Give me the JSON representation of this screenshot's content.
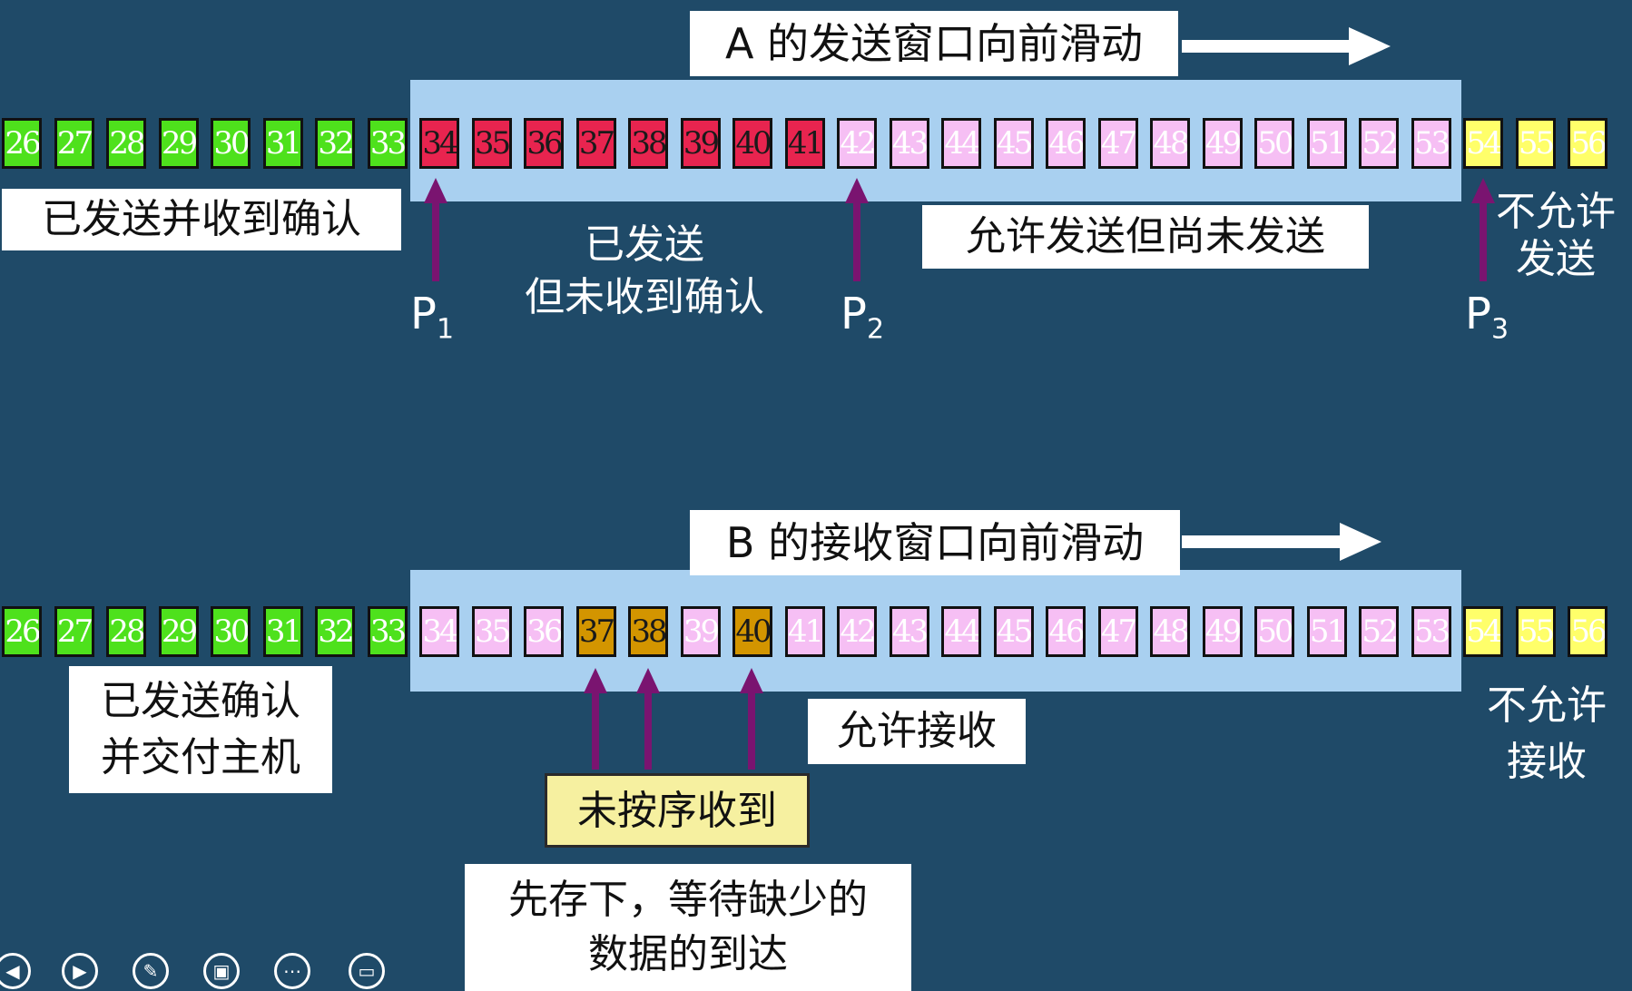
{
  "sender": {
    "title": "A 的发送窗口向前滑动",
    "label_acked": "已发送并收到确认",
    "label_sent_line1": "已发送",
    "label_sent_line2": "但未收到确认",
    "label_allowed": "允许发送但尚未发送",
    "label_not_allowed_line1": "不允许",
    "label_not_allowed_line2": "发送",
    "p1": "P",
    "p1_sub": "1",
    "p2": "P",
    "p2_sub": "2",
    "p3": "P",
    "p3_sub": "3",
    "cells": [
      {
        "n": "26",
        "s": "ack"
      },
      {
        "n": "27",
        "s": "ack"
      },
      {
        "n": "28",
        "s": "ack"
      },
      {
        "n": "29",
        "s": "ack"
      },
      {
        "n": "30",
        "s": "ack"
      },
      {
        "n": "31",
        "s": "ack"
      },
      {
        "n": "32",
        "s": "ack"
      },
      {
        "n": "33",
        "s": "ack"
      },
      {
        "n": "34",
        "s": "sent"
      },
      {
        "n": "35",
        "s": "sent"
      },
      {
        "n": "36",
        "s": "sent"
      },
      {
        "n": "37",
        "s": "sent"
      },
      {
        "n": "38",
        "s": "sent"
      },
      {
        "n": "39",
        "s": "sent"
      },
      {
        "n": "40",
        "s": "sent"
      },
      {
        "n": "41",
        "s": "sent"
      },
      {
        "n": "42",
        "s": "ok"
      },
      {
        "n": "43",
        "s": "ok"
      },
      {
        "n": "44",
        "s": "ok"
      },
      {
        "n": "45",
        "s": "ok"
      },
      {
        "n": "46",
        "s": "ok"
      },
      {
        "n": "47",
        "s": "ok"
      },
      {
        "n": "48",
        "s": "ok"
      },
      {
        "n": "49",
        "s": "ok"
      },
      {
        "n": "50",
        "s": "ok"
      },
      {
        "n": "51",
        "s": "ok"
      },
      {
        "n": "52",
        "s": "ok"
      },
      {
        "n": "53",
        "s": "ok"
      },
      {
        "n": "54",
        "s": "no"
      },
      {
        "n": "55",
        "s": "no"
      },
      {
        "n": "56",
        "s": "no"
      }
    ]
  },
  "receiver": {
    "title": "B 的接收窗口向前滑动",
    "label_delivered_line1": "已发送确认",
    "label_delivered_line2": "并交付主机",
    "label_allowed": "允许接收",
    "label_out_of_order": "未按序收到",
    "label_note_line1": "先存下，等待缺少的",
    "label_note_line2": "数据的到达",
    "label_not_allowed_line1": "不允许",
    "label_not_allowed_line2": "接收",
    "cells": [
      {
        "n": "26",
        "s": "ack"
      },
      {
        "n": "27",
        "s": "ack"
      },
      {
        "n": "28",
        "s": "ack"
      },
      {
        "n": "29",
        "s": "ack"
      },
      {
        "n": "30",
        "s": "ack"
      },
      {
        "n": "31",
        "s": "ack"
      },
      {
        "n": "32",
        "s": "ack"
      },
      {
        "n": "33",
        "s": "ack"
      },
      {
        "n": "34",
        "s": "ok"
      },
      {
        "n": "35",
        "s": "ok"
      },
      {
        "n": "36",
        "s": "ok"
      },
      {
        "n": "37",
        "s": "ooo"
      },
      {
        "n": "38",
        "s": "ooo"
      },
      {
        "n": "39",
        "s": "ok"
      },
      {
        "n": "40",
        "s": "ooo"
      },
      {
        "n": "41",
        "s": "ok"
      },
      {
        "n": "42",
        "s": "ok"
      },
      {
        "n": "43",
        "s": "ok"
      },
      {
        "n": "44",
        "s": "ok"
      },
      {
        "n": "45",
        "s": "ok"
      },
      {
        "n": "46",
        "s": "ok"
      },
      {
        "n": "47",
        "s": "ok"
      },
      {
        "n": "48",
        "s": "ok"
      },
      {
        "n": "49",
        "s": "ok"
      },
      {
        "n": "50",
        "s": "ok"
      },
      {
        "n": "51",
        "s": "ok"
      },
      {
        "n": "52",
        "s": "ok"
      },
      {
        "n": "53",
        "s": "ok"
      },
      {
        "n": "54",
        "s": "no"
      },
      {
        "n": "55",
        "s": "no"
      },
      {
        "n": "56",
        "s": "no"
      }
    ]
  },
  "controls": [
    {
      "icon": "prev-icon",
      "glyph": "◀"
    },
    {
      "icon": "next-icon",
      "glyph": "▶"
    },
    {
      "icon": "pen-icon",
      "glyph": "✎"
    },
    {
      "icon": "screen-icon",
      "glyph": "▣"
    },
    {
      "icon": "more-icon",
      "glyph": "⋯"
    },
    {
      "icon": "exit-presentation-icon",
      "glyph": "▭"
    }
  ]
}
